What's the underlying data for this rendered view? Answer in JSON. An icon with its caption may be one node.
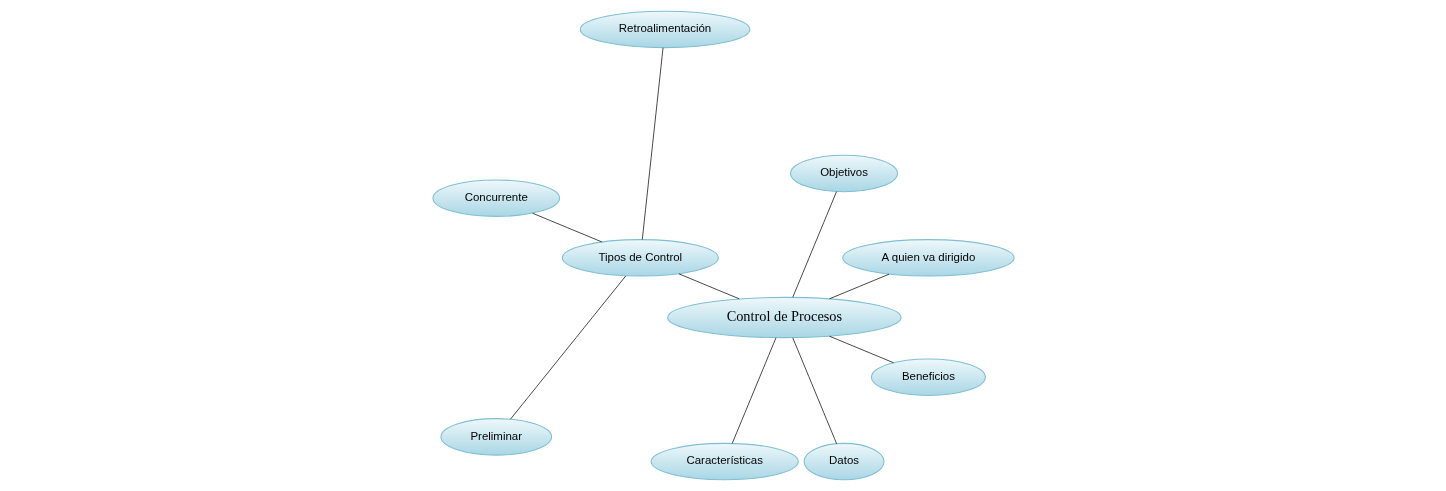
{
  "diagram": {
    "nodes": [
      {
        "text": [
          "Control de Procesos"
        ]
      },
      {
        "text": [
          "A quien va dirigido"
        ]
      },
      {
        "text": [
          "Objetivos"
        ]
      },
      {
        "text": [
          "Tipos de Control"
        ]
      },
      {
        "text": [
          "Retroalimentación"
        ]
      },
      {
        "text": [
          "Concurrente"
        ]
      },
      {
        "text": [
          "Preliminar"
        ]
      },
      {
        "text": [
          "Características"
        ]
      },
      {
        "text": [
          "Datos"
        ]
      },
      {
        "text": [
          "Beneficios"
        ]
      }
    ],
    "edges": [
      {
        "from": 0,
        "to": 1,
        "arrow": "none"
      },
      {
        "from": 0,
        "to": 2,
        "arrow": "none"
      },
      {
        "from": 0,
        "to": 3,
        "arrow": "none"
      },
      {
        "from": 3,
        "to": 4,
        "arrow": "none"
      },
      {
        "from": 3,
        "to": 5,
        "arrow": "none"
      },
      {
        "from": 3,
        "to": 6,
        "arrow": "none"
      },
      {
        "from": 0,
        "to": 7,
        "arrow": "none"
      },
      {
        "from": 0,
        "to": 8,
        "arrow": "none"
      },
      {
        "from": 0,
        "to": 9,
        "arrow": "none"
      }
    ]
  }
}
